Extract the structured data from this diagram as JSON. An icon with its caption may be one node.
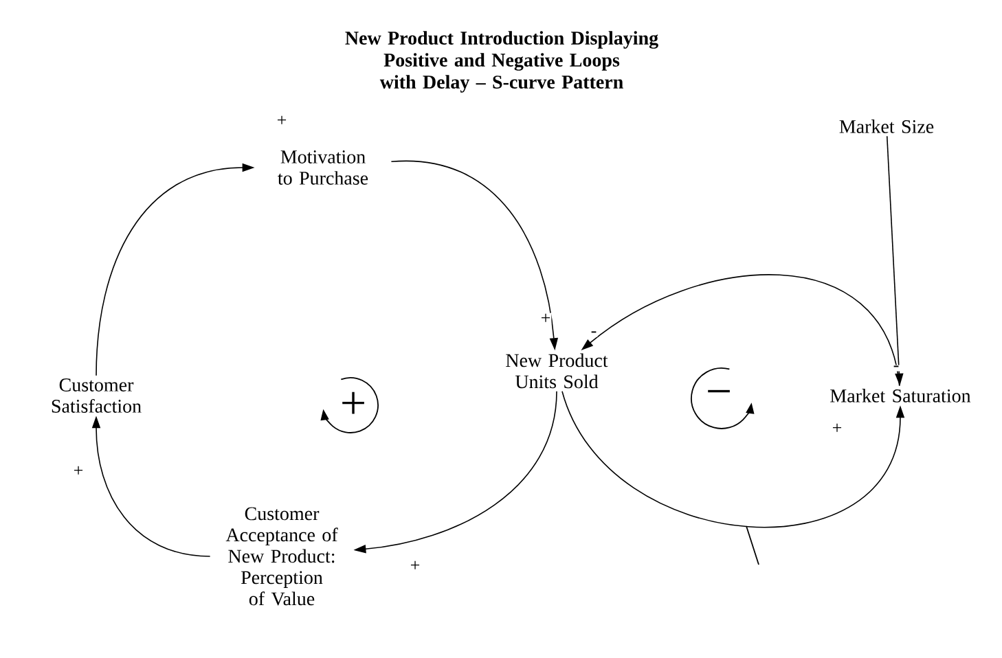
{
  "diagram": {
    "title": "New Product Introduction Displaying Positive and Negative Loops with Delay – S-curve Pattern",
    "nodes": [
      {
        "text": [
          "Motivation to Purchase"
        ]
      },
      {
        "text": [
          "New Product Units Sold"
        ]
      },
      {
        "text": [
          "Market Saturation"
        ]
      },
      {
        "text": [
          "Market Size"
        ]
      },
      {
        "text": [
          "Customer Acceptance of New Product: Perception of Value"
        ]
      },
      {
        "text": [
          "Customer Satisfaction"
        ]
      }
    ],
    "edges": [
      {
        "from": 0,
        "to": 1,
        "arrow": "to",
        "label": "+"
      },
      {
        "from": 2,
        "to": 1,
        "arrow": "to",
        "label": "-"
      },
      {
        "from": 3,
        "to": 2,
        "arrow": "to",
        "label": "-"
      },
      {
        "from": 1,
        "to": 4,
        "arrow": "to",
        "label": "+"
      },
      {
        "from": 4,
        "to": 5,
        "arrow": "to",
        "label": "+"
      },
      {
        "from": 5,
        "to": 0,
        "arrow": "to",
        "label": "+"
      },
      {
        "from": 1,
        "to": 2,
        "arrow": "to",
        "label": "+"
      }
    ],
    "labels": [
      "+",
      "−"
    ]
  }
}
